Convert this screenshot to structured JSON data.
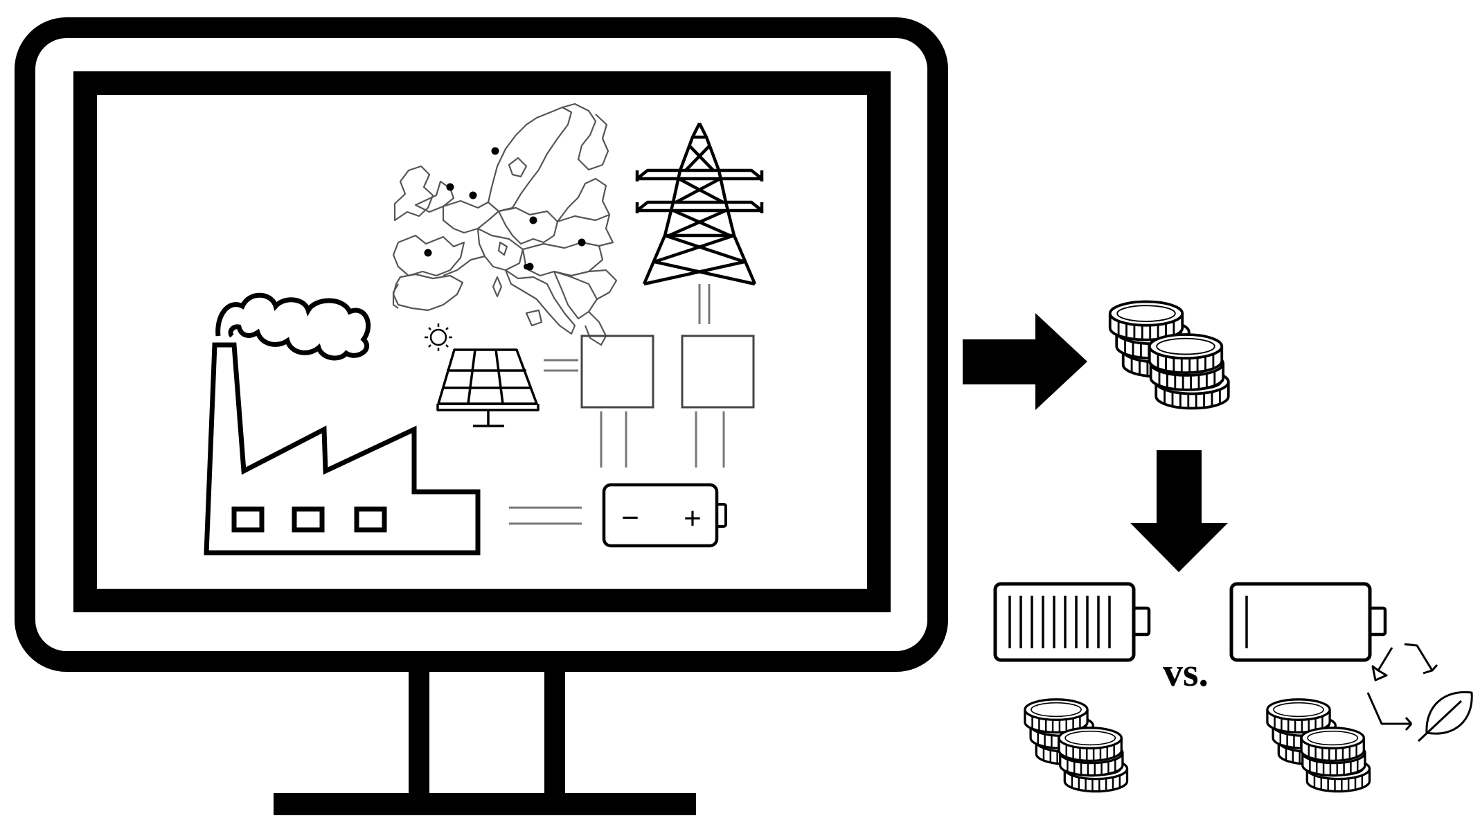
{
  "comparison": {
    "vs_label": "vs."
  },
  "battery_signs": {
    "minus": "−",
    "plus": "+"
  },
  "colors": {
    "ink": "#000000",
    "background": "#ffffff",
    "map_ink": "#555555"
  },
  "icons": [
    "monitor-icon",
    "europe-map-icon",
    "transmission-tower-icon",
    "factory-icon",
    "sun-icon",
    "solar-panel-icon",
    "battery-icon",
    "coins-icon",
    "arrow-right-icon",
    "arrow-down-icon",
    "battery-full-icon",
    "battery-low-icon",
    "recycle-leaf-icon"
  ],
  "battery_levels": {
    "left_bars": 10,
    "right_bars": 1
  }
}
